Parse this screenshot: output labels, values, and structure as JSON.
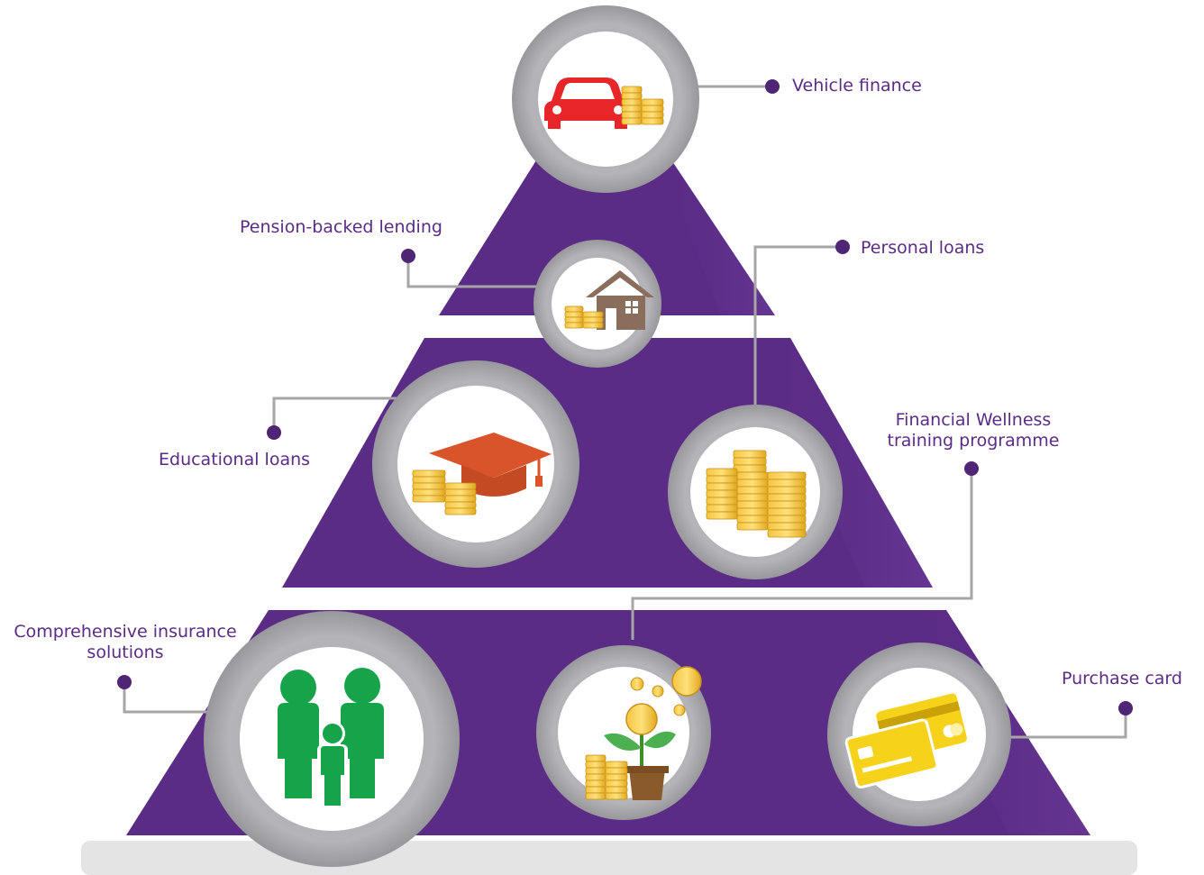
{
  "colors": {
    "purple": "#5b2c86",
    "purple_light": "#6b3a96",
    "ring": "#a9a9ad",
    "connector": "#a6a6a6",
    "dot": "#4f2675",
    "base": "#e4e4e4"
  },
  "items": [
    {
      "key": "vehicle",
      "label": "Vehicle finance",
      "icon": "car-coins-icon"
    },
    {
      "key": "pension",
      "label": "Pension-backed lending",
      "icon": "house-coins-icon"
    },
    {
      "key": "personal",
      "label": "Personal loans",
      "icon": "coin-stacks-icon"
    },
    {
      "key": "educational",
      "label": "Educational loans",
      "icon": "graduation-cap-coins-icon"
    },
    {
      "key": "wellness",
      "label_line1": "Financial Wellness",
      "label_line2": "training programme",
      "icon": "plant-coins-icon"
    },
    {
      "key": "insurance",
      "label_line1": "Comprehensive insurance",
      "label_line2": "solutions",
      "icon": "family-icon"
    },
    {
      "key": "purchase",
      "label": "Purchase card",
      "icon": "credit-cards-icon"
    }
  ]
}
